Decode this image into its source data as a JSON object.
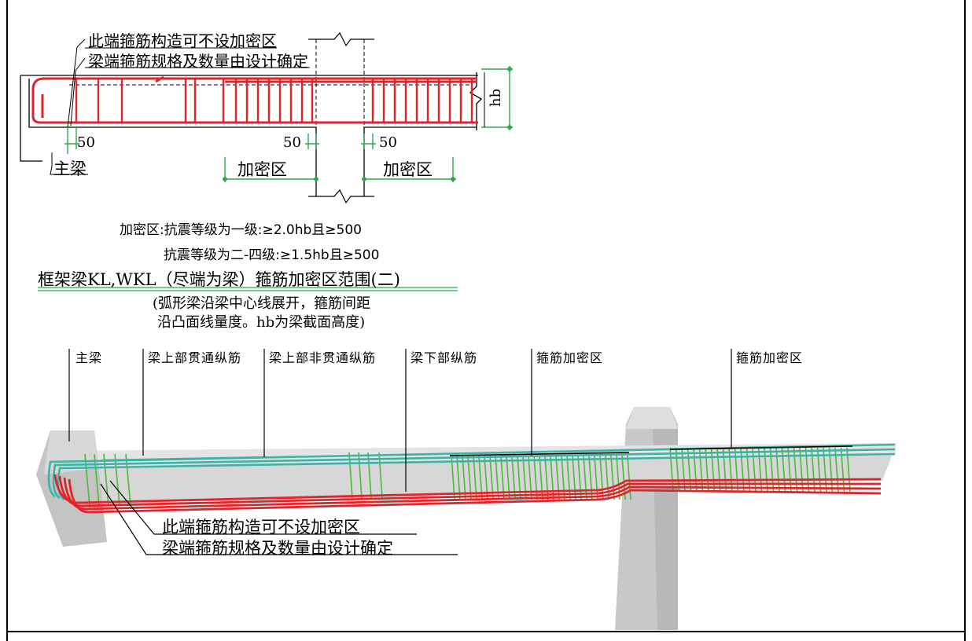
{
  "top_detail": {
    "note_line1": "此端箍筋构造可不设加密区",
    "note_line2": "梁端箍筋规格及数量由设计确定",
    "main_beam_label": "主梁",
    "dim_50_a": "50",
    "dim_50_b": "50",
    "dim_50_c": "50",
    "zone_label_left": "加密区",
    "zone_label_right": "加密区",
    "height_label": "hb"
  },
  "rules": {
    "line1": "加密区:抗震等级为一级:≥2.0hb且≥500",
    "line2": "抗震等级为二-四级:≥1.5hb且≥500"
  },
  "title": {
    "main": "框架梁KL,WKL（尽端为梁）箍筋加密区范围(二)",
    "sub_line1": "(弧形梁沿梁中心线展开，箍筋间距",
    "sub_line2": "沿凸面线量度。hb为梁截面高度)"
  },
  "model_3d": {
    "labels": {
      "main_beam": "主梁",
      "top_continuous": "梁上部贯通纵筋",
      "top_noncontinuous": "梁上部非贯通纵筋",
      "bottom_bars": "梁下部纵筋",
      "zone1": "箍筋加密区",
      "zone2": "箍筋加密区"
    },
    "note_line1": "此端箍筋构造可不设加密区",
    "note_line2": "梁端箍筋规格及数量由设计确定"
  },
  "colors": {
    "rebar_red": "#e0242b",
    "rebar_teal": "#3bb3a6",
    "stirrup_green": "#4cb83a",
    "dim_green": "#2aa84a",
    "concrete": "#cfcfcf"
  }
}
